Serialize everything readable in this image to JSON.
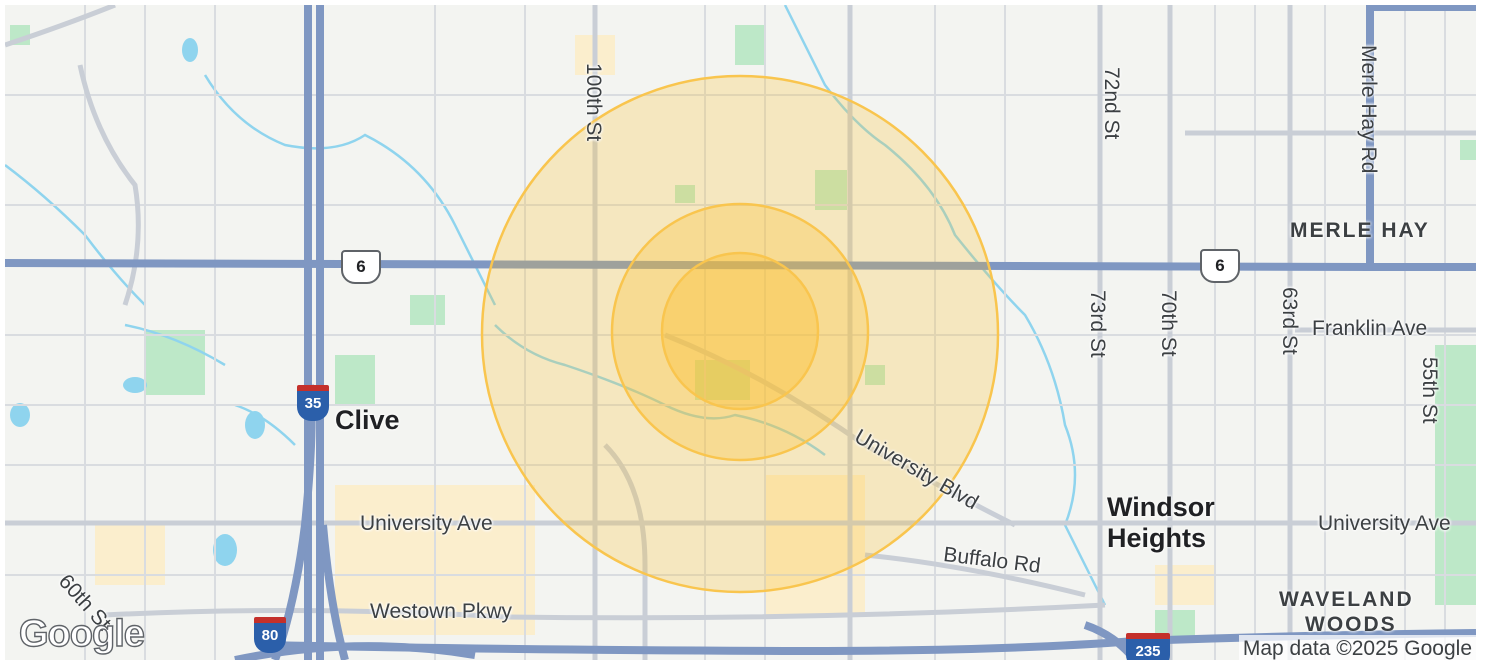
{
  "map": {
    "attribution": "Map data ©2025 Google",
    "logo_text": "Google",
    "places": {
      "clive": "Clive",
      "windsor_heights_line1": "Windsor",
      "windsor_heights_line2": "Heights"
    },
    "neighborhoods": {
      "merle_hay": "MERLE HAY",
      "waveland_woods_line1": "WAVELAND",
      "waveland_woods_line2": "WOODS"
    },
    "roads": {
      "st_100th": "100th St",
      "st_72nd": "72nd St",
      "st_73rd": "73rd St",
      "st_70th": "70th St",
      "st_63rd": "63rd St",
      "st_55th": "55th St",
      "st_60th": "60th St",
      "merle_hay_rd": "Merle Hay Rd",
      "franklin_ave": "Franklin Ave",
      "university_ave_west": "University Ave",
      "university_ave_east": "University Ave",
      "university_blvd": "University Blvd",
      "buffalo_rd": "Buffalo Rd",
      "westown_pkwy": "Westown Pkwy"
    },
    "shields": {
      "us6_west": "6",
      "us6_east": "6",
      "i35": "35",
      "i80": "80",
      "i235": "235"
    },
    "colors": {
      "highway": "#7f97c2",
      "ring_fill": "#fbc02d",
      "ring_stroke": "#f9c54e",
      "water": "#8fd4ee",
      "park": "#bde8c8",
      "commercial": "#fbeecd"
    },
    "rings": [
      {
        "label": "outer",
        "opacity": 0.25
      },
      {
        "label": "middle",
        "opacity": 0.3
      },
      {
        "label": "inner",
        "opacity": 0.35
      }
    ]
  }
}
